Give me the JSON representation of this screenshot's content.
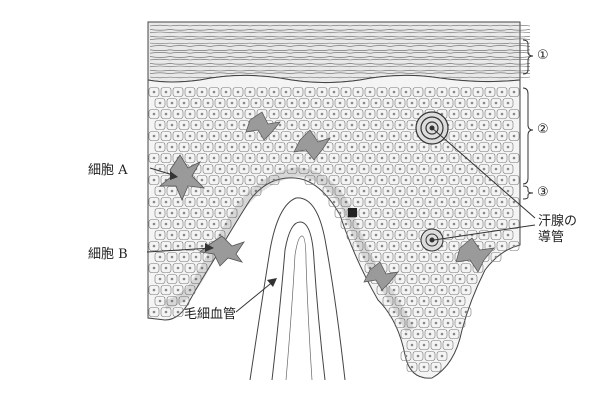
{
  "labels": {
    "cell_a": "細胞 A",
    "cell_b": "細胞 B",
    "capillary": "毛細血管",
    "sweat_duct_line1": "汗腺の",
    "sweat_duct_line2": "導管"
  },
  "layers": [
    "①",
    "②",
    "③"
  ],
  "colors": {
    "line": "#333333",
    "cell_fill": "#f2f2f2",
    "dark_fill": "#8a8a8a",
    "background": "#ffffff"
  }
}
